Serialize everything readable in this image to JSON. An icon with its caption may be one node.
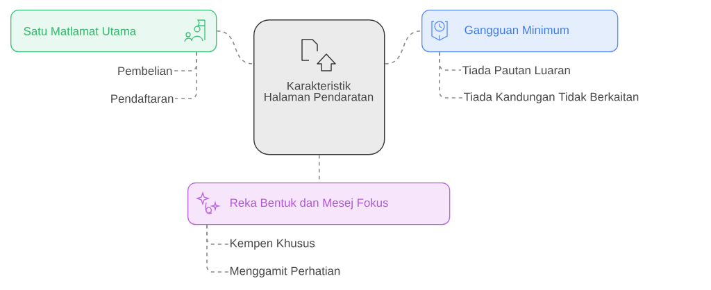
{
  "diagram": {
    "nodes": [
      {
        "text": [
          "Karakteristik Halaman Pendaratan"
        ]
      },
      {
        "text": [
          "Satu Matlamat Utama"
        ]
      },
      {
        "text": [
          "Pembelian"
        ]
      },
      {
        "text": [
          "Pendaftaran"
        ]
      },
      {
        "text": [
          "Gangguan Minimum"
        ]
      },
      {
        "text": [
          "Tiada Pautan Luaran"
        ]
      },
      {
        "text": [
          "Tiada Kandungan Tidak Berkaitan"
        ]
      },
      {
        "text": [
          "Reka Bentuk dan Mesej Fokus"
        ]
      },
      {
        "text": [
          "Kempen Khusus"
        ]
      },
      {
        "text": [
          "Menggamit Perhatian"
        ]
      }
    ],
    "edges": [
      {
        "from": 0,
        "to": 1,
        "arrow": "none"
      },
      {
        "from": 1,
        "to": 2,
        "arrow": "none"
      },
      {
        "from": 1,
        "to": 3,
        "arrow": "none"
      },
      {
        "from": 0,
        "to": 4,
        "arrow": "none"
      },
      {
        "from": 4,
        "to": 5,
        "arrow": "none"
      },
      {
        "from": 4,
        "to": 6,
        "arrow": "none"
      },
      {
        "from": 0,
        "to": 7,
        "arrow": "none"
      },
      {
        "from": 7,
        "to": 8,
        "arrow": "none"
      },
      {
        "from": 7,
        "to": 9,
        "arrow": "none"
      }
    ]
  }
}
